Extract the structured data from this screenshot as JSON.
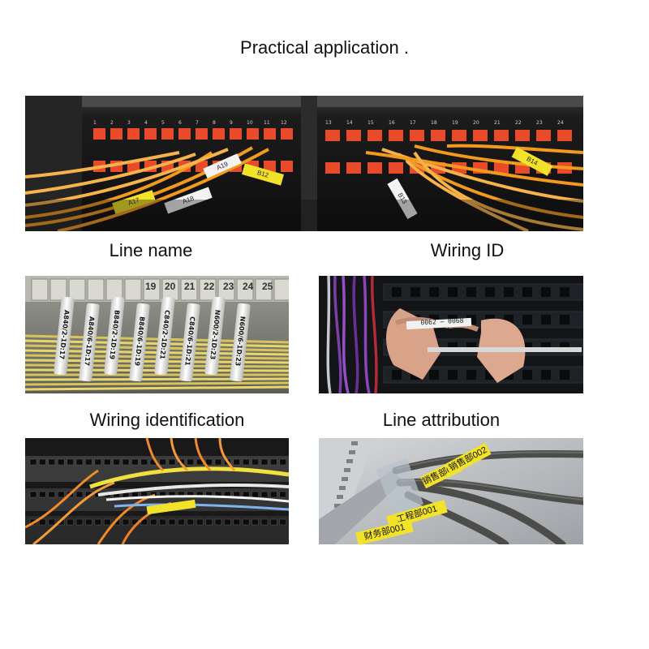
{
  "page": {
    "title": "Practical application ."
  },
  "sections": [
    {
      "caption": "Line name"
    },
    {
      "caption": "Wiring ID"
    },
    {
      "caption": "Wiring identification"
    },
    {
      "caption": "Line attribution"
    }
  ],
  "photos": {
    "hero": {
      "port_numbers": [
        "1",
        "2",
        "3",
        "4",
        "5",
        "6",
        "7",
        "8",
        "9",
        "10",
        "11",
        "12",
        "13",
        "14",
        "15",
        "16",
        "17",
        "18",
        "19",
        "20",
        "21",
        "22",
        "23",
        "24"
      ],
      "labels": [
        "A17",
        "A18",
        "A19",
        "B12",
        "B13",
        "B14"
      ]
    },
    "sleeves": {
      "terminal_numbers": [
        "19",
        "20",
        "21",
        "22",
        "23",
        "24",
        "25"
      ],
      "labels": [
        "A840/2-1D:17",
        "A840/6-1D:17",
        "B840/2-1D:19",
        "B840/6-1D:19",
        "C840/2-1D:21",
        "C840/6-1D:21",
        "N600/2-1D:23",
        "N600/6-1D:23"
      ]
    },
    "hands": {
      "label": "0062 — 0068"
    },
    "cables": {
      "labels": [
        "工程部001",
        "财务部001",
        "销售部001",
        "销售部002"
      ]
    }
  },
  "colors": {
    "cable_orange": "#f39a1e",
    "label_yellow": "#f2e22a",
    "label_white": "#f3f3f3",
    "port_red": "#e84a2a",
    "rack_dark": "#1b1b1b"
  }
}
